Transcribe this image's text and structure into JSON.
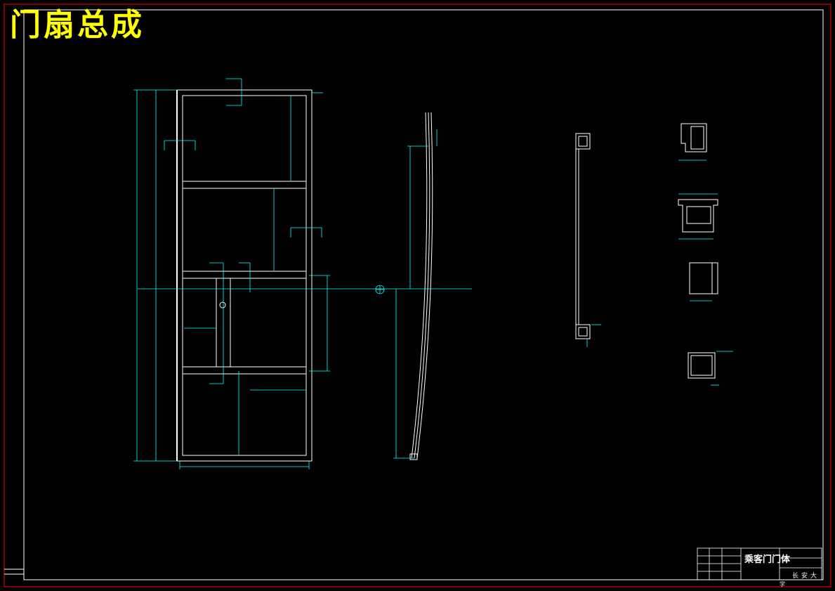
{
  "drawing": {
    "title": "门扇总成",
    "title_color": "#ffff00",
    "frame_color": "#ff0000",
    "line_color": "#ffffff",
    "dim_color": "#00ffff",
    "background": "#000000"
  },
  "title_block": {
    "name": "乘客门门体",
    "school": "长安大",
    "mark": "学"
  }
}
